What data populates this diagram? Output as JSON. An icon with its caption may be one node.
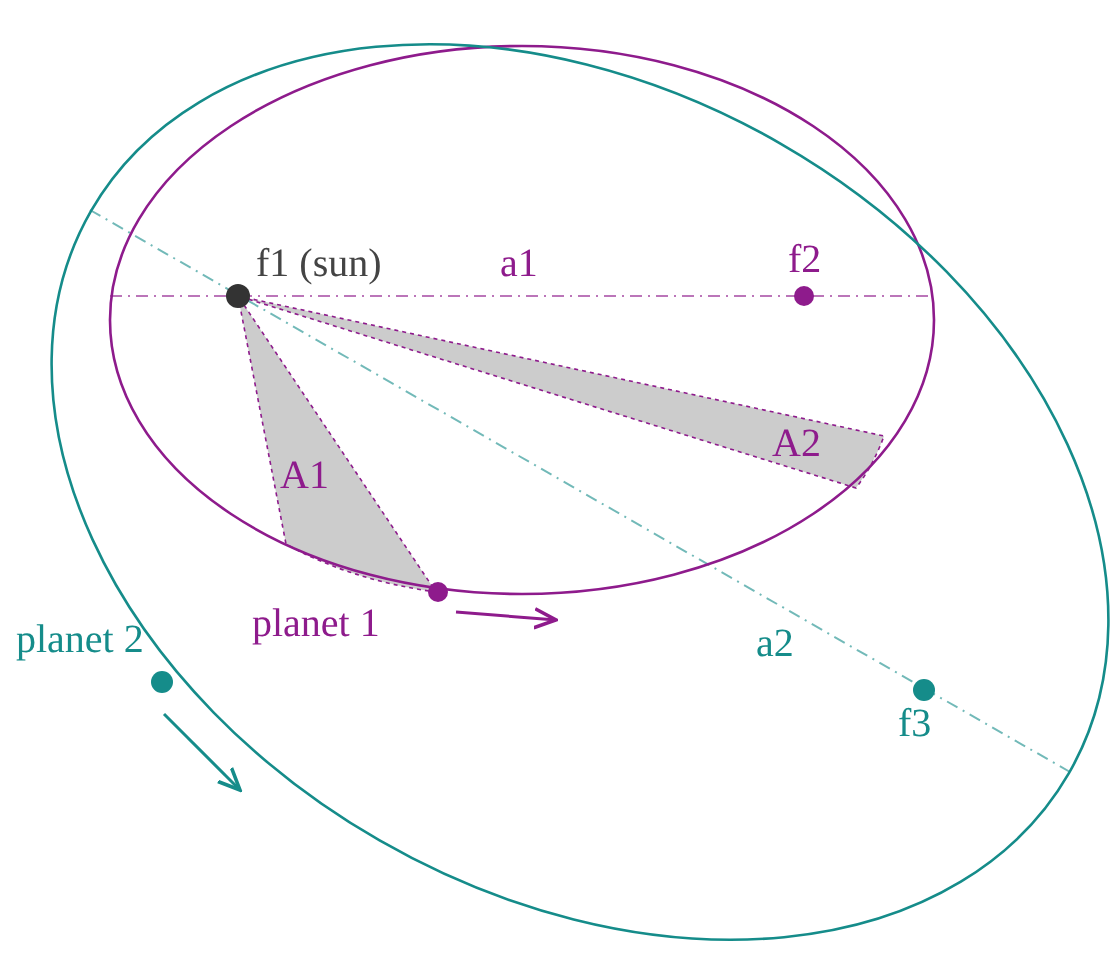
{
  "diagram": {
    "labels": [
      "f1 (sun)",
      "a1",
      "f2",
      "A1",
      "A2",
      "planet 1",
      "planet 2",
      "a2",
      "f3"
    ]
  }
}
